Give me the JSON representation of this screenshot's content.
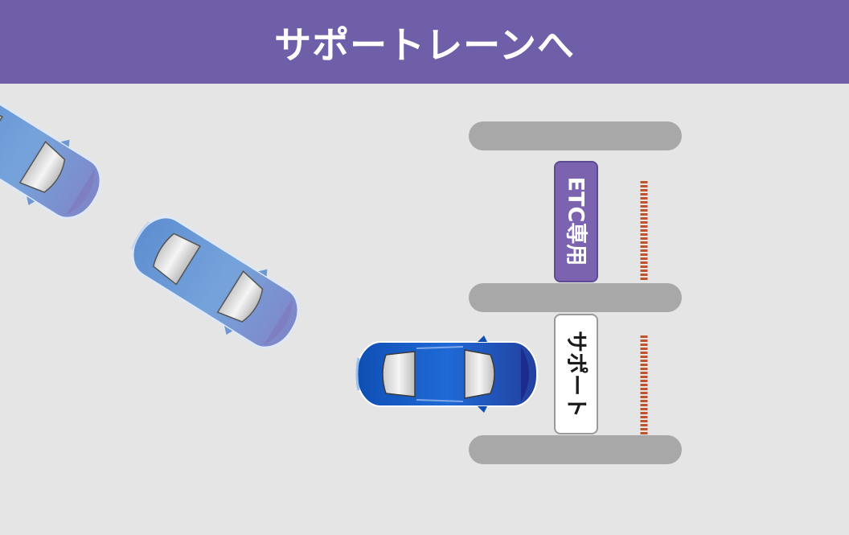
{
  "header": {
    "title": "サポートレーンへ"
  },
  "lanes": {
    "etc_lane_label": "ETC専用",
    "support_lane_label": "サポート"
  },
  "icons": [
    "car-icon",
    "lane-island",
    "toll-gate-bar"
  ],
  "colors": {
    "header_bg": "#6f5ea8",
    "header_text": "#ffffff",
    "road": "#e5e5e5",
    "island": "#a8a8a8",
    "etc_sign_bg": "#7b63b0",
    "support_sign_bg": "#ffffff",
    "gate_bar": "#c0532e",
    "active_car": "#1659c9",
    "faded_car": "#6c98d6"
  }
}
